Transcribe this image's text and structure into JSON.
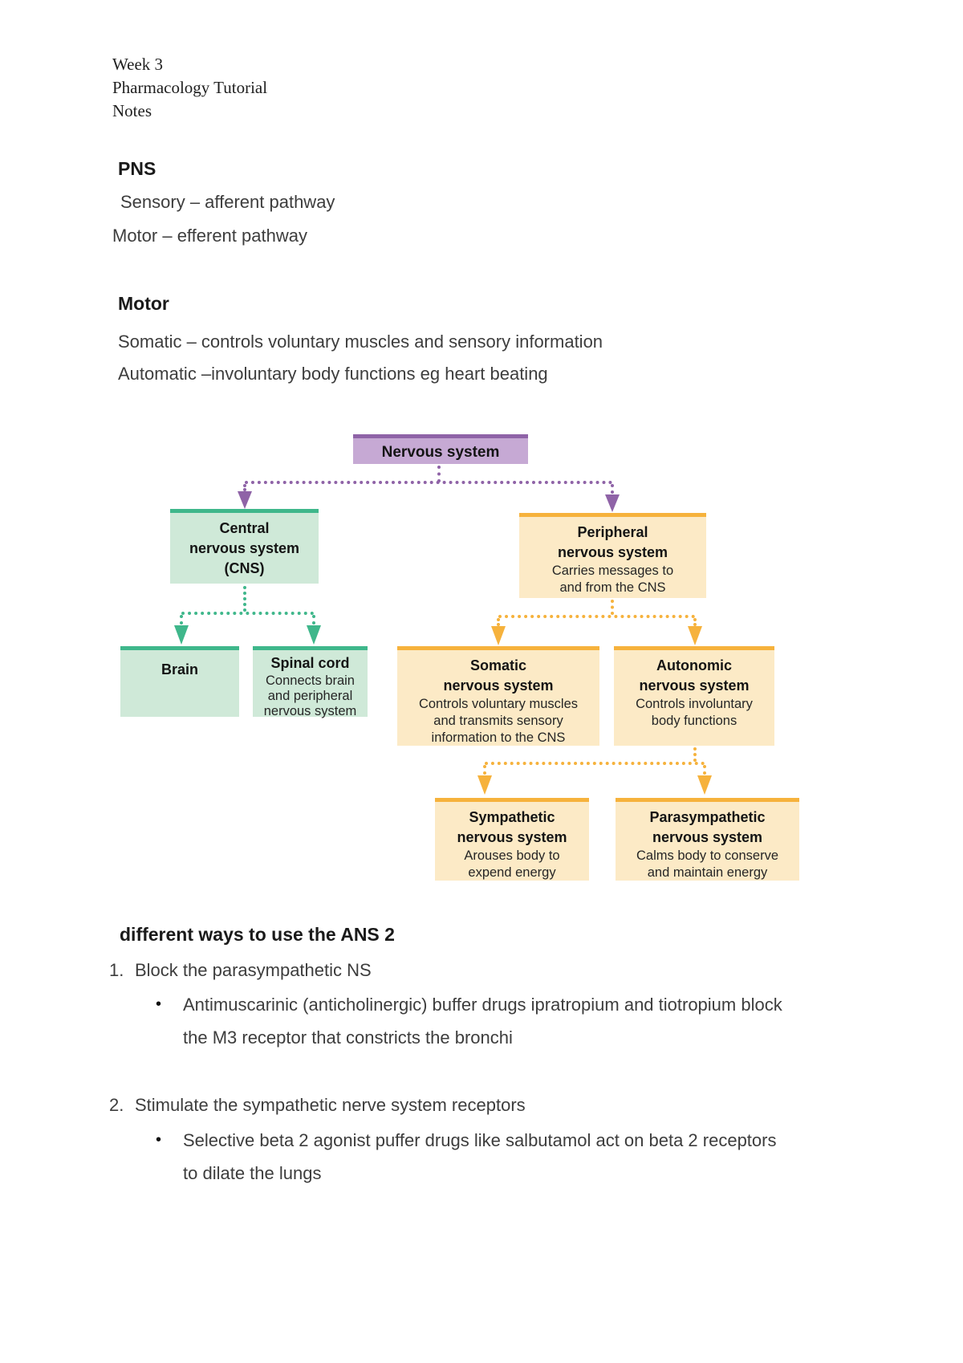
{
  "colors": {
    "text": "#3d3d3d",
    "purple-fill": "#c6a9d4",
    "purple-line": "#8f63a7",
    "green-fill": "#cfe9d8",
    "green-line": "#3fb78b",
    "orange-fill": "#fceac6",
    "orange-line": "#f6b23c"
  },
  "header": {
    "lines": "Week 3\nPharmacology Tutorial\nNotes"
  },
  "notes": {
    "pns_heading": "PNS",
    "pns_line1": "Sensory – afferent pathway",
    "pns_line2": "Motor – efferent pathway",
    "motor_heading": "Motor",
    "motor_line1": "Somatic – controls voluntary muscles and sensory information",
    "motor_line2": "Automatic –involuntary body functions eg heart beating",
    "ans_heading": "different ways to use the ANS 2",
    "bullet_char": "•",
    "list": [
      {
        "number": "1.",
        "text": "Block the parasympathetic NS",
        "bullet": "Antimuscarinic (anticholinergic) buffer drugs ipratropium and tiotropium block\nthe M3 receptor that constricts the bronchi"
      },
      {
        "number": "2.",
        "text": "Stimulate the sympathetic nerve system receptors",
        "bullet": "Selective beta 2 agonist puffer drugs like salbutamol act on beta 2 receptors\nto dilate the lungs"
      }
    ]
  },
  "diagram": {
    "nodes": {
      "nervous": {
        "title": "Nervous system"
      },
      "cns": {
        "title": "Central\nnervous system\n(CNS)"
      },
      "peripheral": {
        "title": "Peripheral\nnervous system",
        "subtitle": "Carries messages to\nand from the CNS"
      },
      "brain": {
        "title": "Brain"
      },
      "spinal": {
        "title": "Spinal cord",
        "subtitle": "Connects brain\nand peripheral\nnervous system"
      },
      "somatic": {
        "title": "Somatic\nnervous system",
        "subtitle": "Controls voluntary muscles\nand transmits sensory\ninformation to the CNS"
      },
      "autonomic": {
        "title": "Autonomic\nnervous system",
        "subtitle": "Controls involuntary\nbody functions"
      },
      "sympathetic": {
        "title": "Sympathetic\nnervous system",
        "subtitle": "Arouses body to\nexpend energy"
      },
      "parasympathetic": {
        "title": "Parasympathetic\nnervous system",
        "subtitle": "Calms body to conserve\nand maintain energy"
      }
    }
  }
}
